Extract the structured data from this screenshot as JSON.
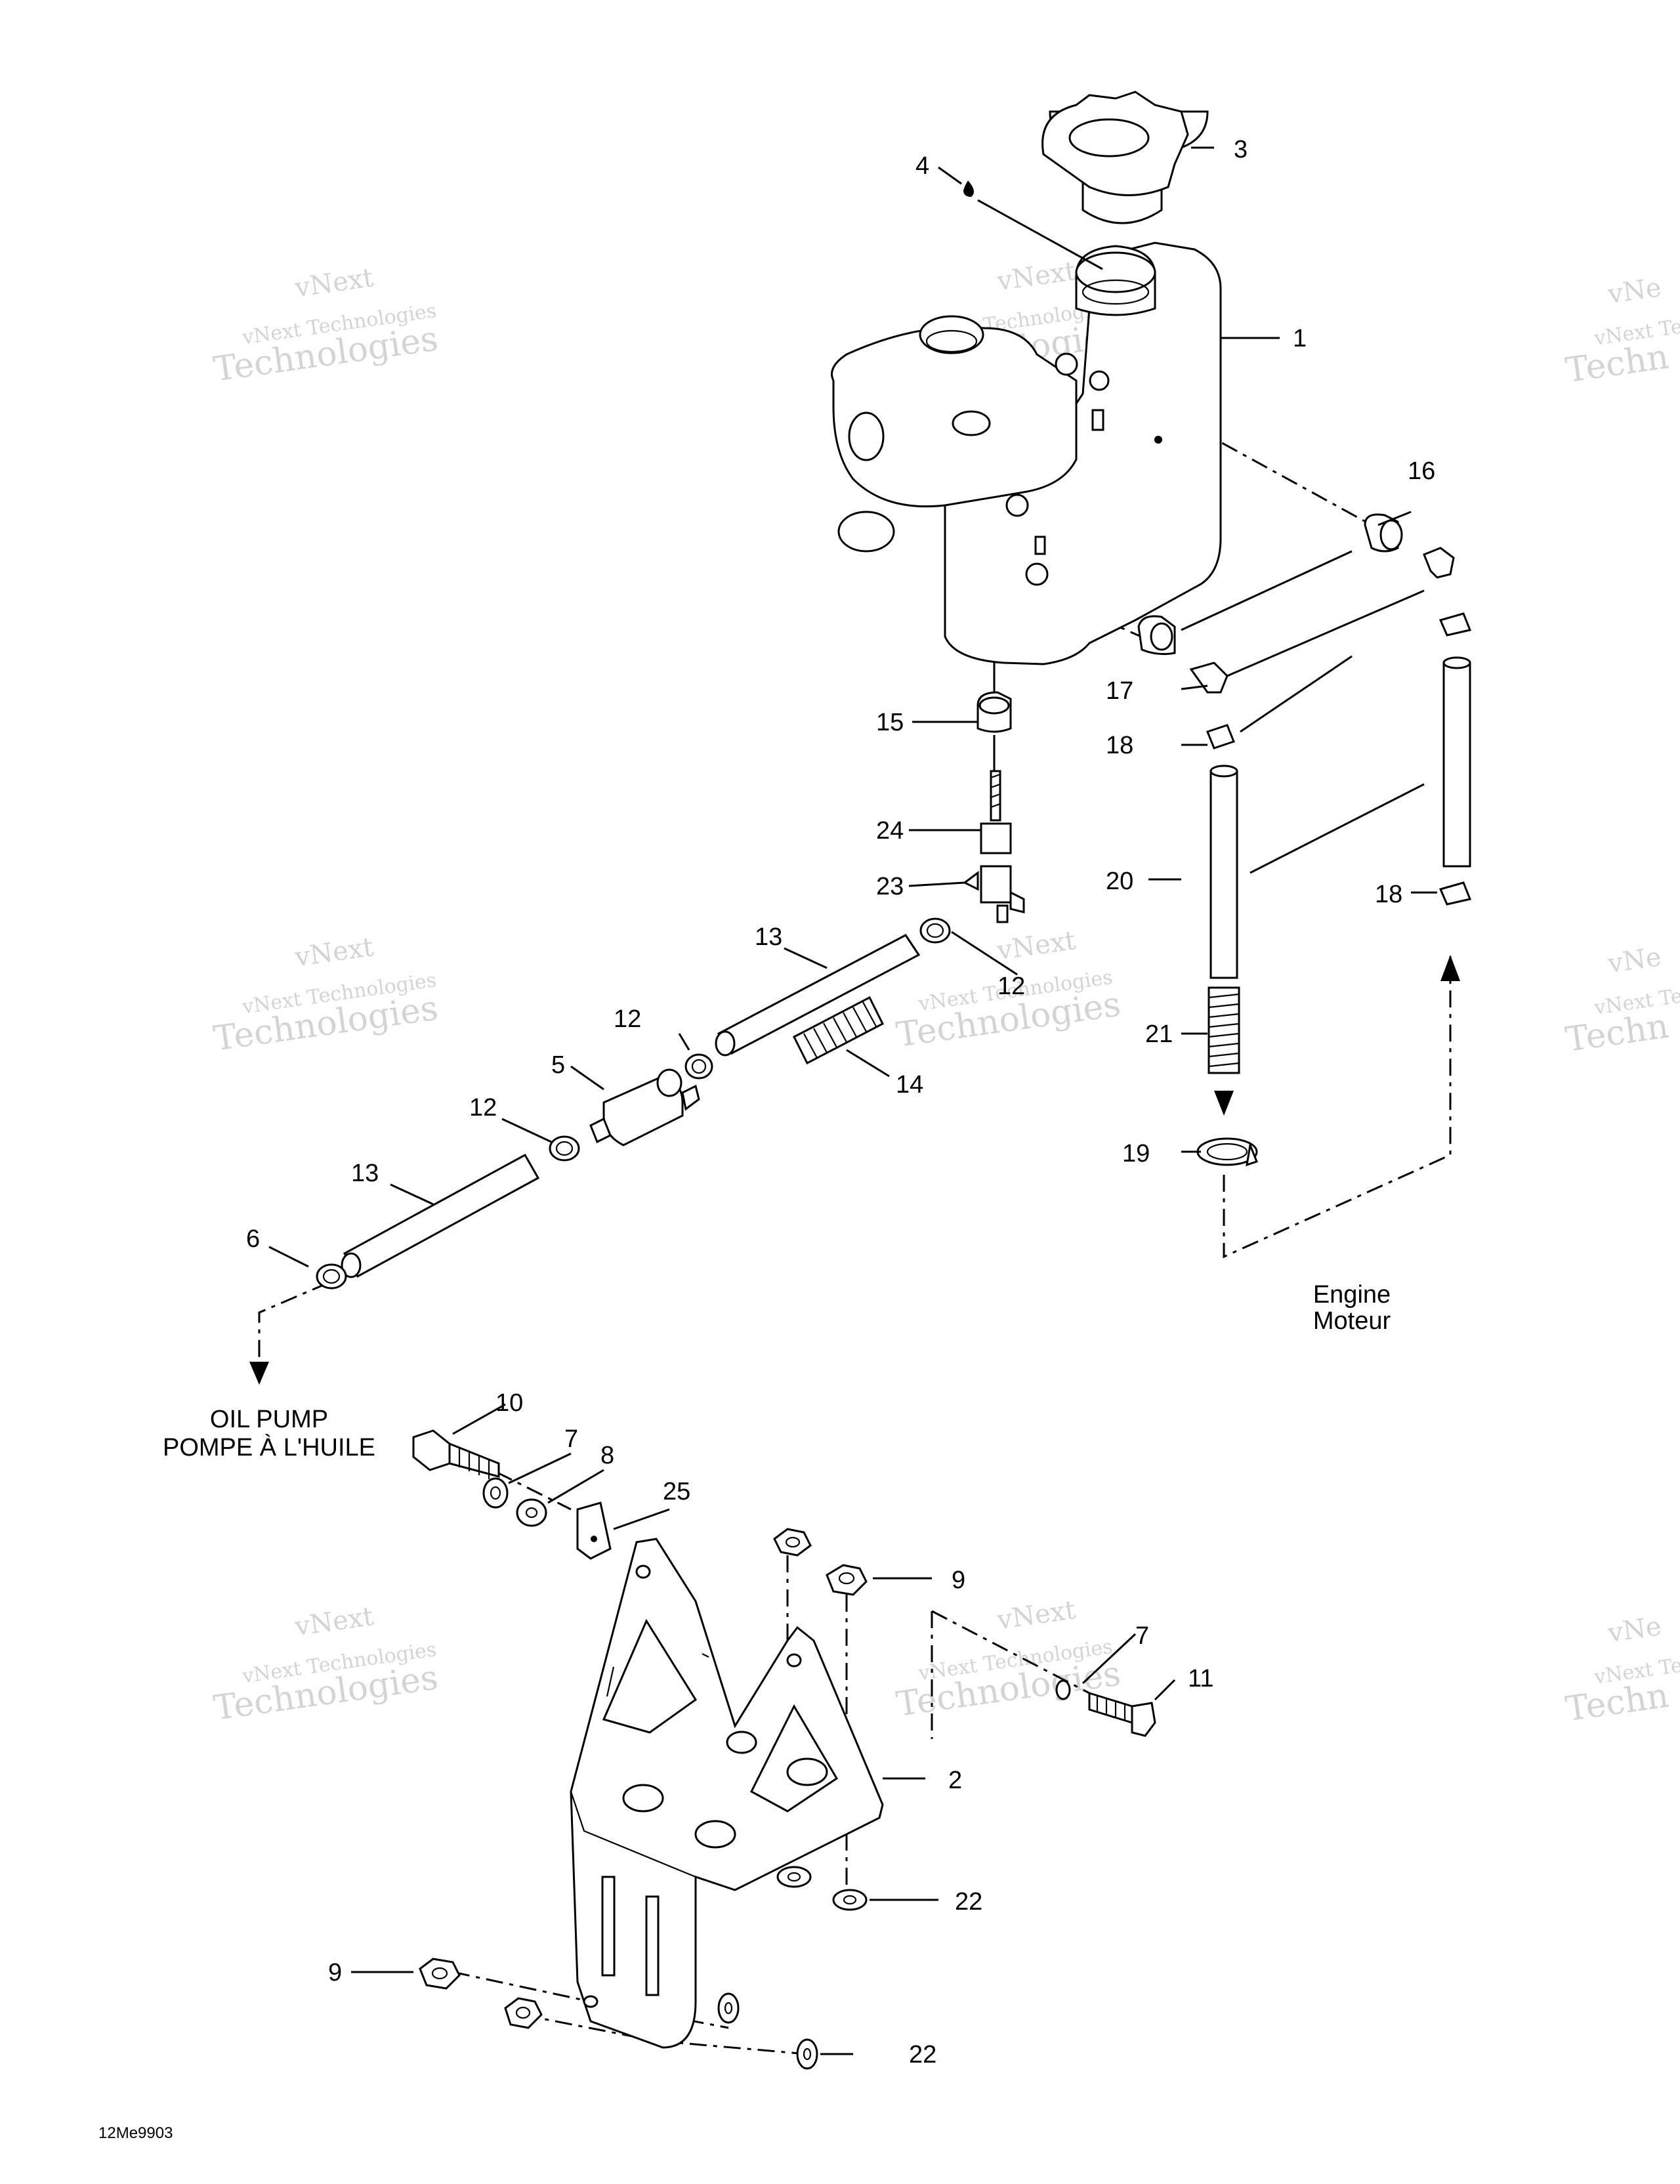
{
  "watermark": {
    "line1": "vNext",
    "line2": "vNext Technologies",
    "line3": "Technologies",
    "partial_line1": "vNe",
    "partial_line2": "vNext Tec",
    "partial_line3": "Techn"
  },
  "callouts": [
    "1",
    "2",
    "3",
    "4",
    "5",
    "6",
    "7",
    "8",
    "9",
    "10",
    "11",
    "12",
    "13",
    "14",
    "15",
    "16",
    "17",
    "18",
    "19",
    "20",
    "21",
    "22",
    "23",
    "24",
    "25"
  ],
  "labels": {
    "engine_en": "Engine",
    "engine_fr": "Moteur",
    "oil_pump_en": "OIL PUMP",
    "oil_pump_fr": "POMPE À L'HUILE"
  },
  "figure_code": "12Me9903"
}
